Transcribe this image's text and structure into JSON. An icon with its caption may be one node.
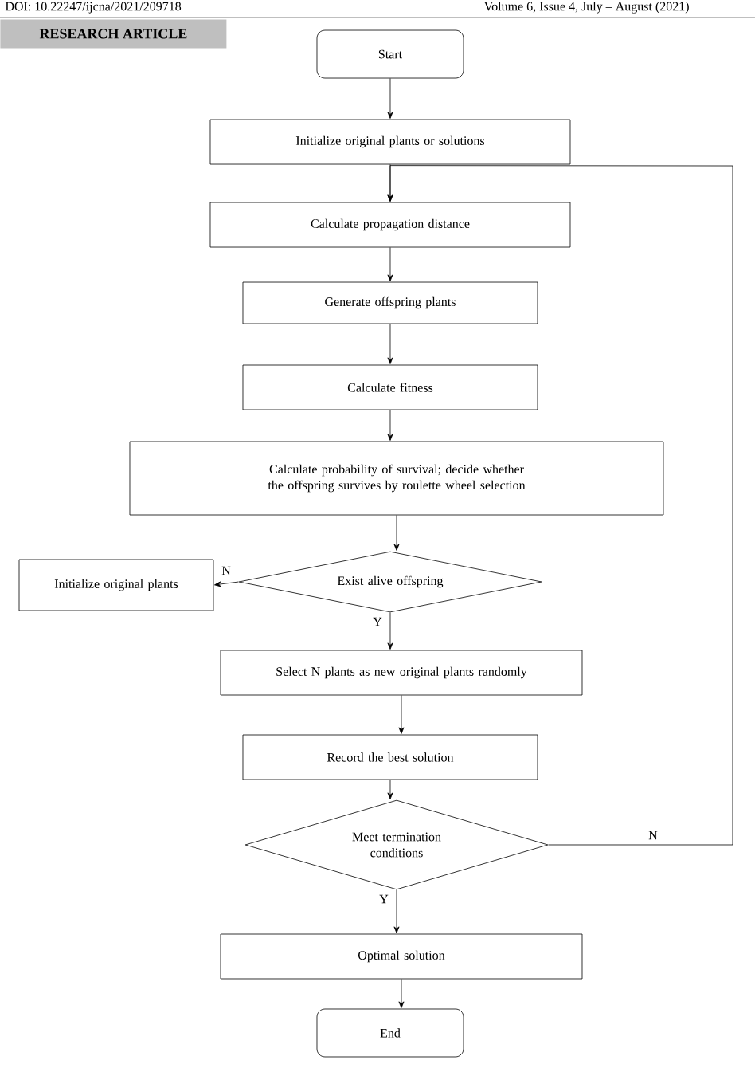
{
  "diagram": {
    "nodes": [
      {
        "text": [
          "Start"
        ]
      },
      {
        "text": [
          "Initialize original plants or solutions"
        ]
      },
      {
        "text": [
          "Calculate propagation distance"
        ]
      },
      {
        "text": [
          "Generate offspring plants"
        ]
      },
      {
        "text": [
          "Calculate fitness"
        ]
      },
      {
        "text": [
          "Calculate probability of survival; decide whether the offspring survives by roulette wheel selection"
        ]
      },
      {
        "text": [
          "Exist alive offspring"
        ]
      },
      {
        "text": [
          "Initialize original plants"
        ]
      },
      {
        "text": [
          "Select N plants as new original plants randomly"
        ]
      },
      {
        "text": [
          "Record the best solution"
        ]
      },
      {
        "text": [
          "Meet termination conditions"
        ]
      },
      {
        "text": [
          "Optimal solution"
        ]
      },
      {
        "text": [
          "End"
        ]
      }
    ],
    "edges": [
      {
        "from": 0,
        "to": 1,
        "arrow": "to"
      },
      {
        "from": 1,
        "to": 2,
        "arrow": "to"
      },
      {
        "from": 2,
        "to": 3,
        "arrow": "to"
      },
      {
        "from": 3,
        "to": 4,
        "arrow": "to"
      },
      {
        "from": 4,
        "to": 5,
        "arrow": "to"
      },
      {
        "from": 5,
        "to": 6,
        "arrow": "to"
      },
      {
        "from": 6,
        "to": 7,
        "label": "N",
        "arrow": "to"
      },
      {
        "from": 6,
        "to": 8,
        "label": "Y",
        "arrow": "to"
      },
      {
        "from": 8,
        "to": 9,
        "arrow": "to"
      },
      {
        "from": 9,
        "to": 10,
        "arrow": "to"
      },
      {
        "from": 10,
        "to": 2,
        "label": "N",
        "arrow": "to"
      },
      {
        "from": 10,
        "to": 11,
        "label": "Y",
        "arrow": "to"
      },
      {
        "from": 11,
        "to": 12,
        "arrow": "to"
      }
    ],
    "labels": [
      "DOI: 10.22247/ijcna/2021/209718",
      "Volume 6, Issue 4, July – August (2021)",
      "RESEARCH ARTICLE"
    ]
  }
}
